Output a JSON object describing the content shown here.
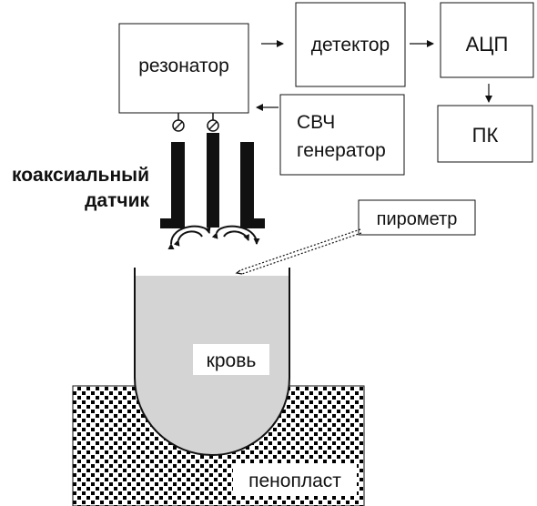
{
  "labels": {
    "resonator": "резонатор",
    "detector": "детектор",
    "adc": "АЦП",
    "pc": "ПК",
    "generator_line1": "СВЧ",
    "generator_line2": "генератор",
    "sensor_line1": "коаксиальный",
    "sensor_line2": "датчик",
    "pyrometer": "пирометр",
    "blood": "кровь",
    "foam": "пенопласт"
  },
  "colors": {
    "ink": "#111111",
    "box_fill": "#ffffff",
    "blood_fill": "#d4d4d4",
    "foam_dots": "#000000"
  }
}
